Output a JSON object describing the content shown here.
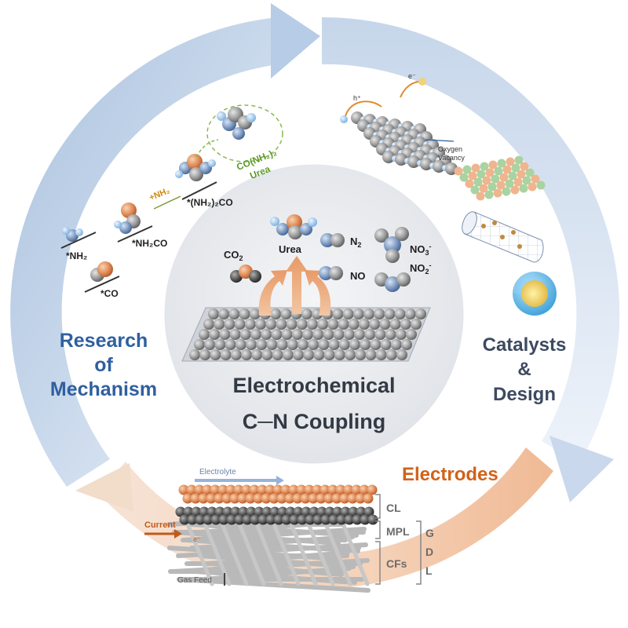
{
  "sections": {
    "mechanism": {
      "line1": "Research",
      "line2": "of",
      "line3": "Mechanism"
    },
    "catalysts": {
      "line1": "Catalysts",
      "line2": "&",
      "line3": "Design"
    },
    "electrodes": {
      "title": "Electrodes"
    }
  },
  "center": {
    "line1": "Electrochemical",
    "line2": "C─N Coupling"
  },
  "molecules": {
    "co2": "CO",
    "co2_sub": "2",
    "urea": "Urea",
    "n2": "N",
    "n2_sub": "2",
    "no": "NO",
    "no3": "NO",
    "no3_sub": "3",
    "no3_sup": "-",
    "no2": "NO",
    "no2_sub": "2",
    "no2_sup": "-"
  },
  "mechanism_labels": {
    "nh2": "*NH₂",
    "co": "*CO",
    "nh2co": "*NH₂CO",
    "plus_nh2": "+NH₂",
    "nh2_2co": "*(NH₂)₂CO",
    "urea_formula": "CO(NH₂)₂",
    "urea_name": "Urea"
  },
  "catalyst_labels": {
    "hole": "h⁺",
    "electron": "e⁻",
    "oxygen_vacancy_1": "Oxygen",
    "oxygen_vacancy_2": "Vacancy"
  },
  "electrode_labels": {
    "electrolyte": "Electrolyte",
    "current": "Current",
    "electron": "e⁻",
    "gas_feed": "Gas Feed",
    "cl": "CL",
    "mpl": "MPL",
    "cfs": "CFs",
    "gdl": [
      "G",
      "D",
      "L"
    ]
  },
  "colors": {
    "blue_arc": "#bfd0e6",
    "orange_arc": "#f3c7a6",
    "orange_text": "#d0621a",
    "blue_text": "#2f5fa0",
    "carbon": "#7a7a7a",
    "oxygen": "#e9a07a",
    "nitrogen": "#6f8fb8",
    "hydrogen": "#9cc4ea"
  }
}
